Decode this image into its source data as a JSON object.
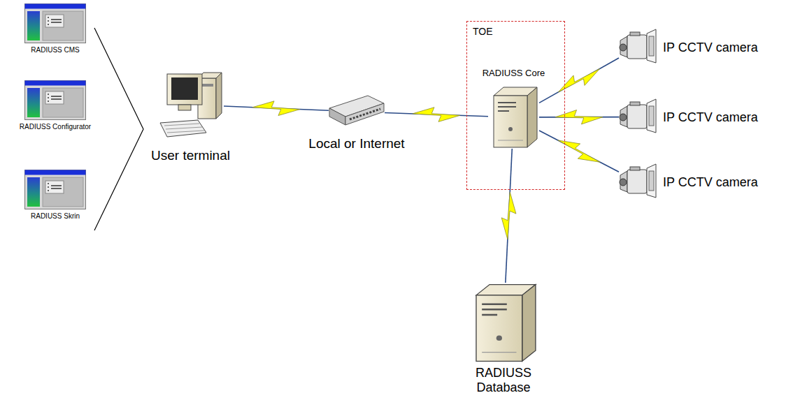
{
  "diagram": {
    "nodes": [
      {
        "text": [
          "RADIUSS CMS"
        ]
      },
      {
        "text": [
          "RADIUSS Configurator"
        ]
      },
      {
        "text": [
          "RADIUSS Skrin"
        ]
      },
      {
        "text": [
          "User terminal"
        ]
      },
      {
        "text": [
          "Local or Internet"
        ]
      },
      {
        "text": [
          "TOE"
        ]
      },
      {
        "text": [
          "RADIUSS Core"
        ],
        "in": 5
      },
      {
        "text": [
          "IP CCTV camera"
        ]
      },
      {
        "text": [
          "IP CCTV camera"
        ]
      },
      {
        "text": [
          "IP CCTV camera"
        ]
      },
      {
        "text": [
          "RADIUSS Database"
        ]
      }
    ],
    "edges": [
      {
        "from": 3,
        "to": 4,
        "arrow": "none"
      },
      {
        "from": 4,
        "to": 6,
        "arrow": "none"
      },
      {
        "from": 6,
        "to": 7,
        "arrow": "none"
      },
      {
        "from": 6,
        "to": 8,
        "arrow": "none"
      },
      {
        "from": 6,
        "to": 9,
        "arrow": "none"
      },
      {
        "from": 6,
        "to": 10,
        "arrow": "none"
      }
    ]
  }
}
